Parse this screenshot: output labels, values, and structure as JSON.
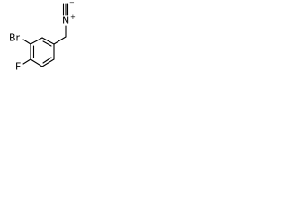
{
  "molecule": {
    "atoms": {
      "bromine": "Br",
      "fluorine": "F",
      "nitrogen": "N",
      "nitrogen_charge": "+",
      "terminal_carbon_charge": "−"
    },
    "line_color": "#000000"
  }
}
